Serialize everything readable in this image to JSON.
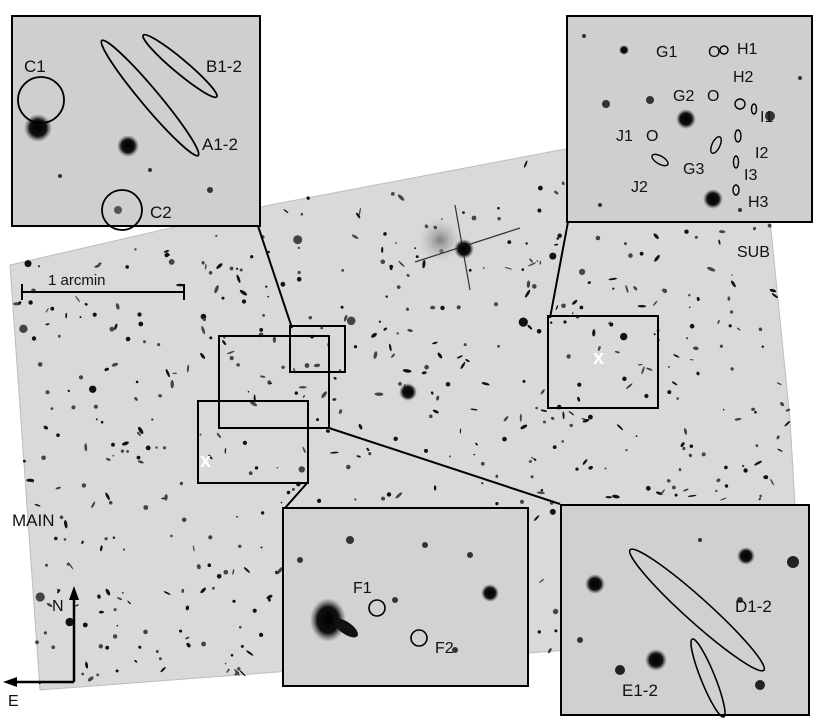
{
  "figure": {
    "field_labels": {
      "main": "MAIN",
      "sub": "SUB"
    },
    "scale_bar": {
      "label": "1 arcmin"
    },
    "compass": {
      "north": "N",
      "east": "E"
    },
    "markers": {
      "cluster_center": "x"
    }
  },
  "insets": {
    "top_left": {
      "labels": [
        "C1",
        "B1-2",
        "A1-2",
        "C2"
      ]
    },
    "top_right": {
      "labels": [
        "G1",
        "H1",
        "H2",
        "G2",
        "I1",
        "J1",
        "I2",
        "G3",
        "I3",
        "J2",
        "H3"
      ]
    },
    "bottom_middle": {
      "labels": [
        "F1",
        "F2"
      ]
    },
    "bottom_right": {
      "labels": [
        "D1-2",
        "E1-2"
      ]
    }
  },
  "colors": {
    "sky": "#d7d7d7",
    "inset_bg": "#cfcfcf",
    "ink": "#111111",
    "frame": "#000000"
  }
}
